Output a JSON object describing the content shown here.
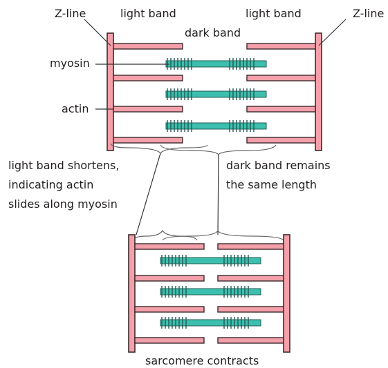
{
  "labels": {
    "z_line_left": "Z-line",
    "z_line_right": "Z-line",
    "light_band_left": "light band",
    "light_band_right": "light band",
    "dark_band": "dark band",
    "myosin": "myosin",
    "actin": "actin",
    "light_band_shortens": [
      "light band shortens,",
      "indicating actin",
      "slides along myosin"
    ],
    "dark_band_remains": [
      "dark band remains",
      "the same length"
    ],
    "sarcomere_contracts": "sarcomere contracts"
  },
  "colors": {
    "actin_and_z_line": "#f4a0aa",
    "myosin": "#3cbfae",
    "outline": "#3a2a2c"
  }
}
